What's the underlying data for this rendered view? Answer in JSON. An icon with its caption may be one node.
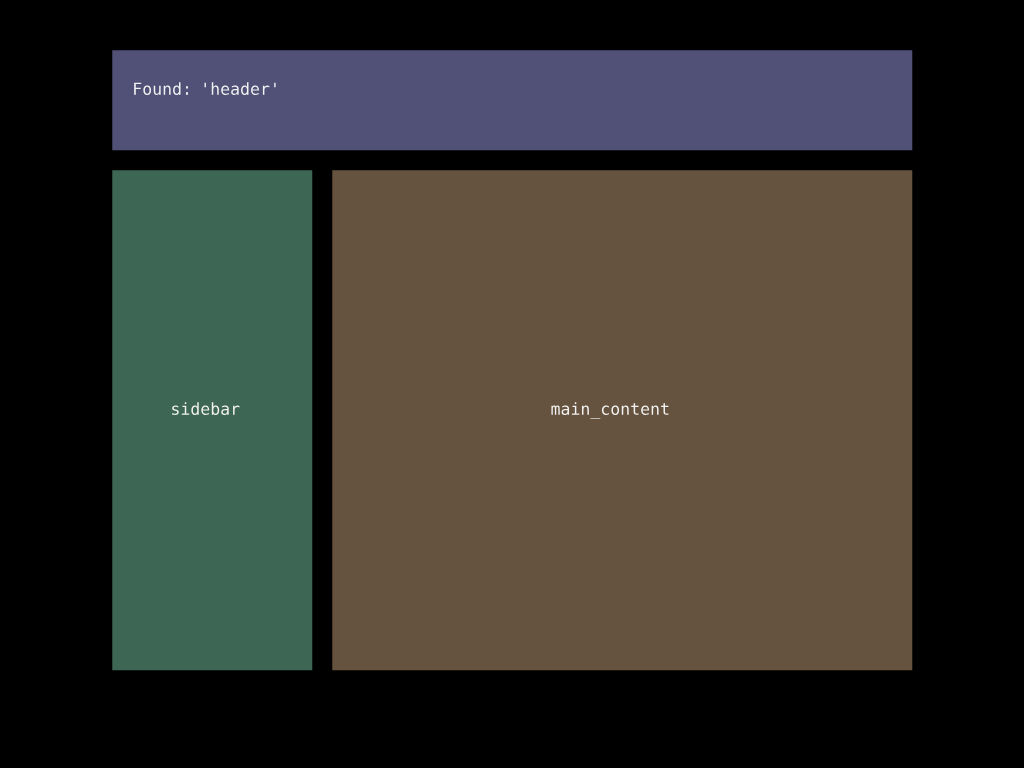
{
  "diagram": {
    "nodes": [
      {
        "text": [
          "Found: 'header'"
        ]
      },
      {
        "text": [
          "sidebar"
        ]
      },
      {
        "text": [
          "main_content"
        ]
      }
    ]
  }
}
